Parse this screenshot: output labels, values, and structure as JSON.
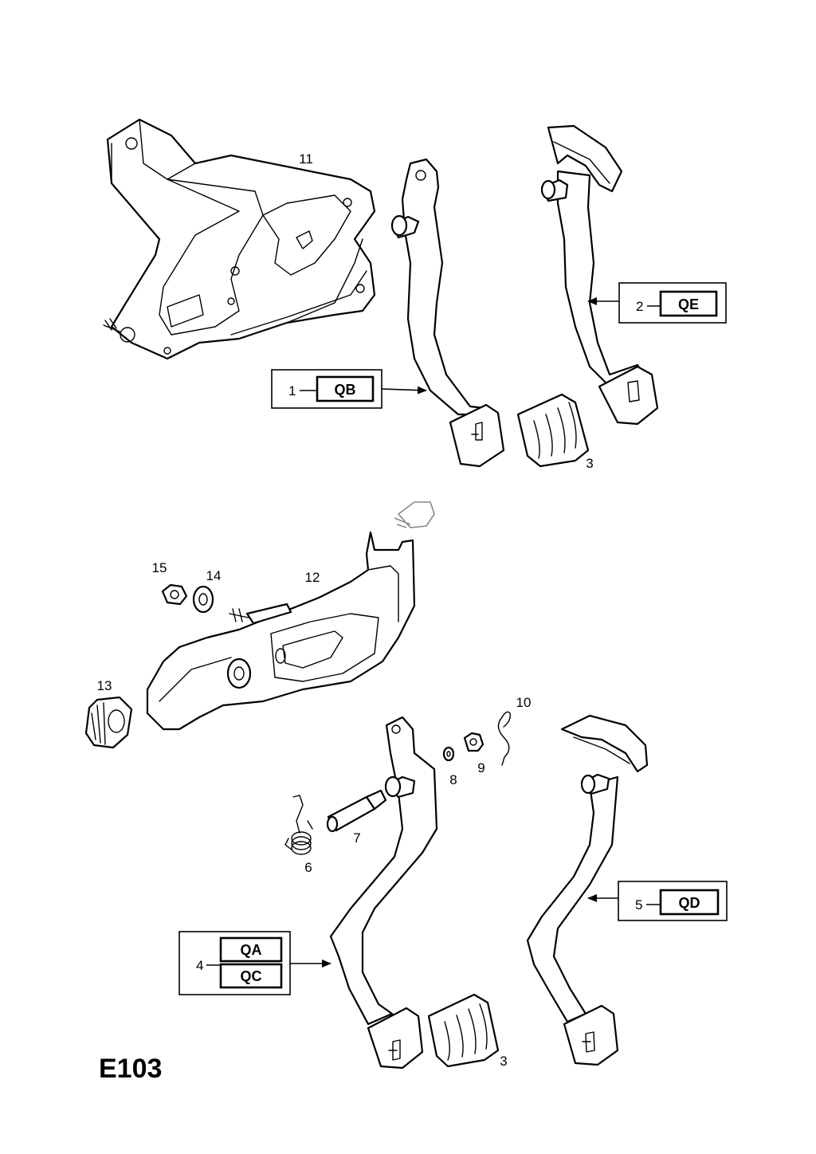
{
  "page_id": "E103",
  "callouts": {
    "c1": {
      "num": "1",
      "code": "QB"
    },
    "c2": {
      "num": "2",
      "code": "QE"
    },
    "c4": {
      "num": "4",
      "codes": [
        "QA",
        "QC"
      ]
    },
    "c5": {
      "num": "5",
      "code": "QD"
    }
  },
  "part_labels": [
    "11",
    "3",
    "15",
    "14",
    "12",
    "13",
    "10",
    "8",
    "9",
    "7",
    "6",
    "3"
  ],
  "colors": {
    "ink": "#000000",
    "paper": "#ffffff"
  }
}
